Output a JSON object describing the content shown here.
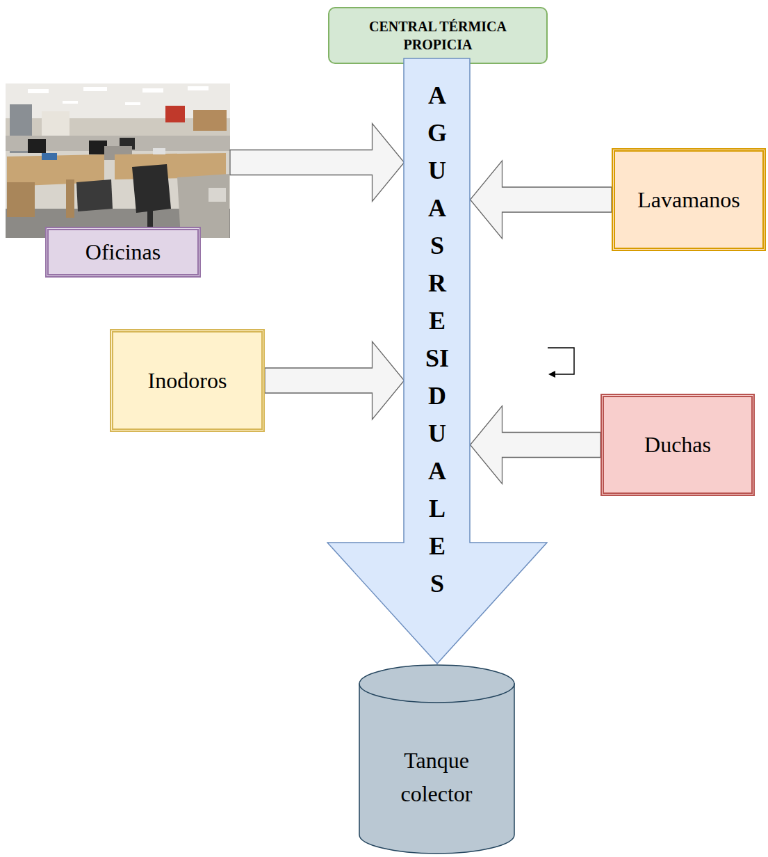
{
  "diagram": {
    "nodes": [
      {
        "text": [
          "CENTRAL TÉRMICA PROPICIA"
        ]
      },
      {
        "text": [
          "AGUAS RESIDUALES"
        ]
      },
      {
        "text": [
          "Oficinas"
        ]
      },
      {
        "text": [
          "Lavamanos"
        ]
      },
      {
        "text": [
          "Inodoros"
        ]
      },
      {
        "text": [
          "Duchas"
        ]
      },
      {
        "text": [
          "Tanque colector"
        ]
      }
    ],
    "edges": [
      {
        "from": 2,
        "to": 1,
        "arrow": "to"
      },
      {
        "from": 3,
        "to": 1,
        "arrow": "to"
      },
      {
        "from": 4,
        "to": 1,
        "arrow": "to"
      },
      {
        "from": 5,
        "to": 1,
        "arrow": "to"
      }
    ]
  }
}
